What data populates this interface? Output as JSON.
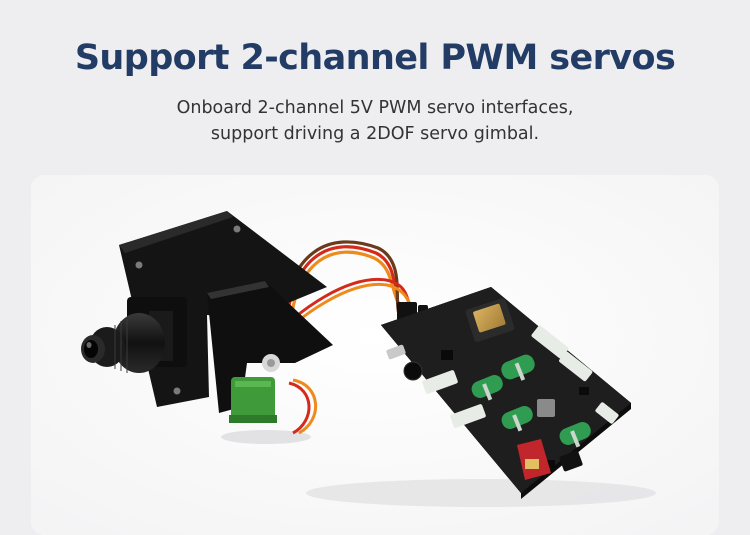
{
  "headline": "Support 2-channel PWM servos",
  "subtitle": {
    "line1": "Onboard 2-channel 5V PWM servo interfaces,",
    "line2": "support driving a 2DOF servo gimbal."
  },
  "photo": {
    "subject": "servo-gimbal-camera-and-driver-board",
    "colors": {
      "bracket": "#141414",
      "board": "#1c1c1c",
      "wire_red": "#d42a1a",
      "wire_orange": "#ee8a1c",
      "wire_brown": "#6a3a1c",
      "servo_green": "#3f9a3a",
      "capacitor_green": "#2f9c52",
      "connector_white": "#e8ece6",
      "power_connector": "#c0262c"
    }
  }
}
